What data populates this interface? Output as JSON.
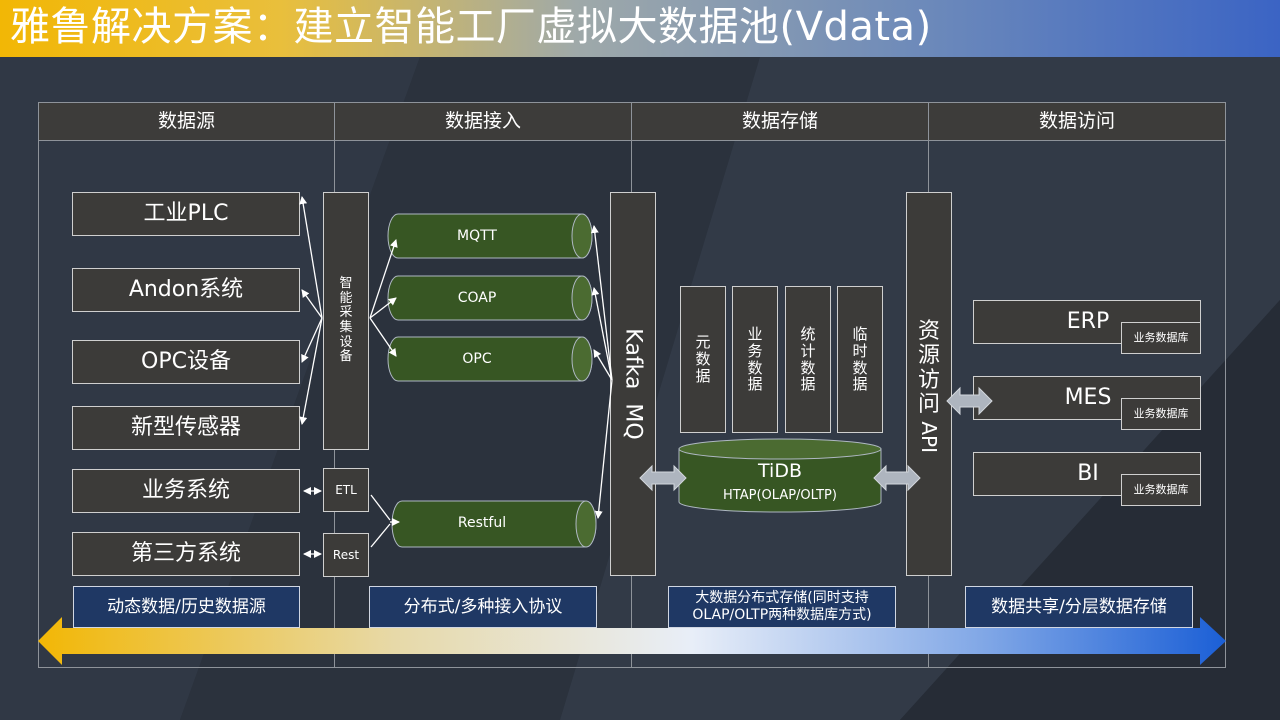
{
  "title": "雅鲁解决方案：建立智能工厂虚拟大数据池(Vdata)",
  "columns": [
    "数据源",
    "数据接入",
    "数据存储",
    "数据访问"
  ],
  "sources": [
    "工业PLC",
    "Andon系统",
    "OPC设备",
    "新型传感器",
    "业务系统",
    "第三方系统"
  ],
  "collector": [
    "智",
    "能",
    "采",
    "集",
    "设",
    "备"
  ],
  "etl": "ETL",
  "rest": "Rest",
  "protocols": [
    "MQTT",
    "COAP",
    "OPC"
  ],
  "restful": "Restful",
  "kafka": "Kafka  MQ",
  "storage_items": [
    [
      "元",
      "数",
      "据"
    ],
    [
      "业",
      "务",
      "数",
      "据"
    ],
    [
      "统",
      "计",
      "数",
      "据"
    ],
    [
      "临",
      "时",
      "数",
      "据"
    ]
  ],
  "tidb": {
    "name": "TiDB",
    "sub": "HTAP(OLAP/OLTP)"
  },
  "api": [
    "资",
    "源",
    "访",
    "问",
    "API"
  ],
  "destinations": [
    {
      "name": "ERP",
      "sub": "业务数据库"
    },
    {
      "name": "MES",
      "sub": "业务数据库"
    },
    {
      "name": "BI",
      "sub": "业务数据库"
    }
  ],
  "footers": [
    "动态数据/历史数据源",
    "分布式/多种接入协议",
    "大数据分布式存储(同时支持\nOLAP/OLTP两种数据库方式)",
    "数据共享/分层数据存储"
  ],
  "colors": {
    "title_start": "#f2b705",
    "title_end": "#3b64c4",
    "cylinder": "#375623",
    "footer_box": "#1f3864",
    "panel": "#3c3b39"
  }
}
